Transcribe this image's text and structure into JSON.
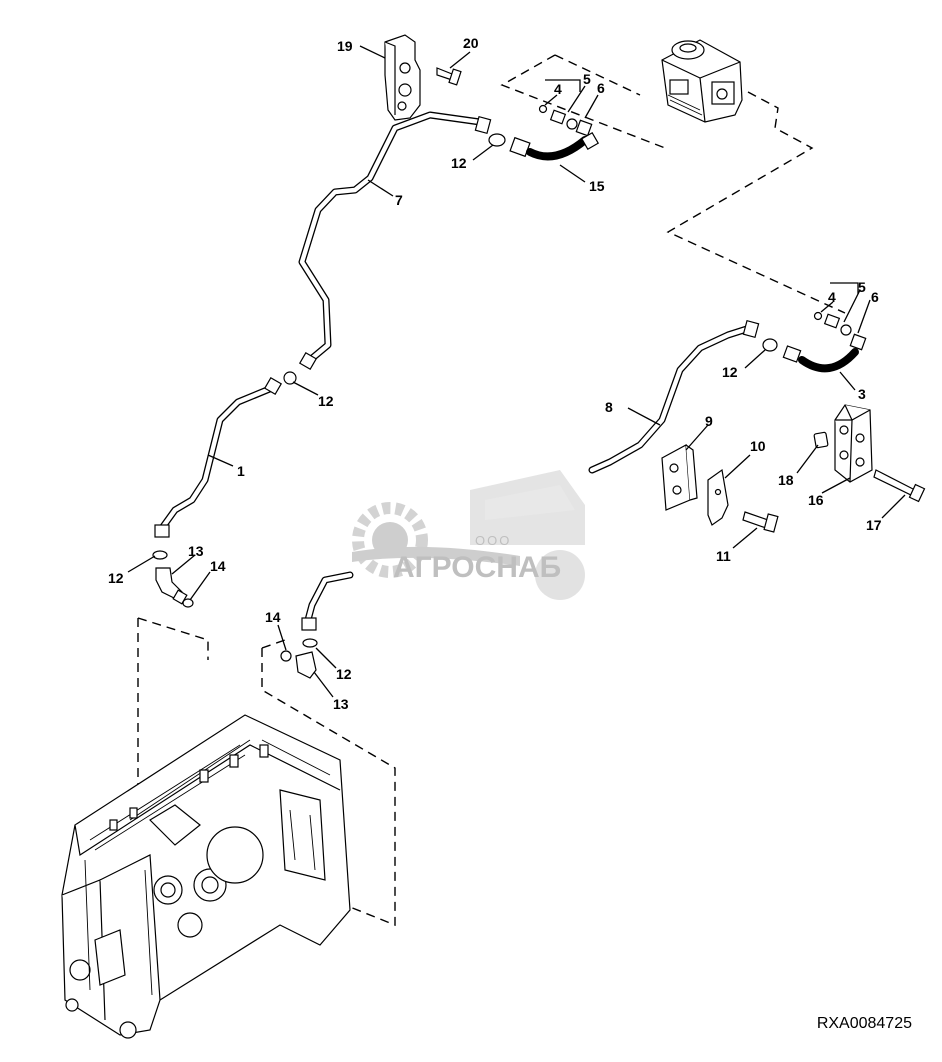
{
  "watermark": {
    "small": "ООО",
    "brand": "АГРОСНАБ"
  },
  "drawing_code": "RXA0084725",
  "callouts": {
    "c19": "19",
    "c20": "20",
    "c4a": "4",
    "c5a": "5",
    "c6a": "6",
    "c12a": "12",
    "c15": "15",
    "c7": "7",
    "c4b": "4",
    "c5b": "5",
    "c6b": "6",
    "c12b": "12",
    "c3": "3",
    "c8": "8",
    "c9": "9",
    "c10": "10",
    "c18": "18",
    "c16": "16",
    "c17": "17",
    "c11": "11",
    "c12c": "12",
    "c1": "1",
    "c12d": "12",
    "c13a": "13",
    "c14a": "14",
    "c14b": "14",
    "c12e": "12",
    "c13b": "13"
  }
}
